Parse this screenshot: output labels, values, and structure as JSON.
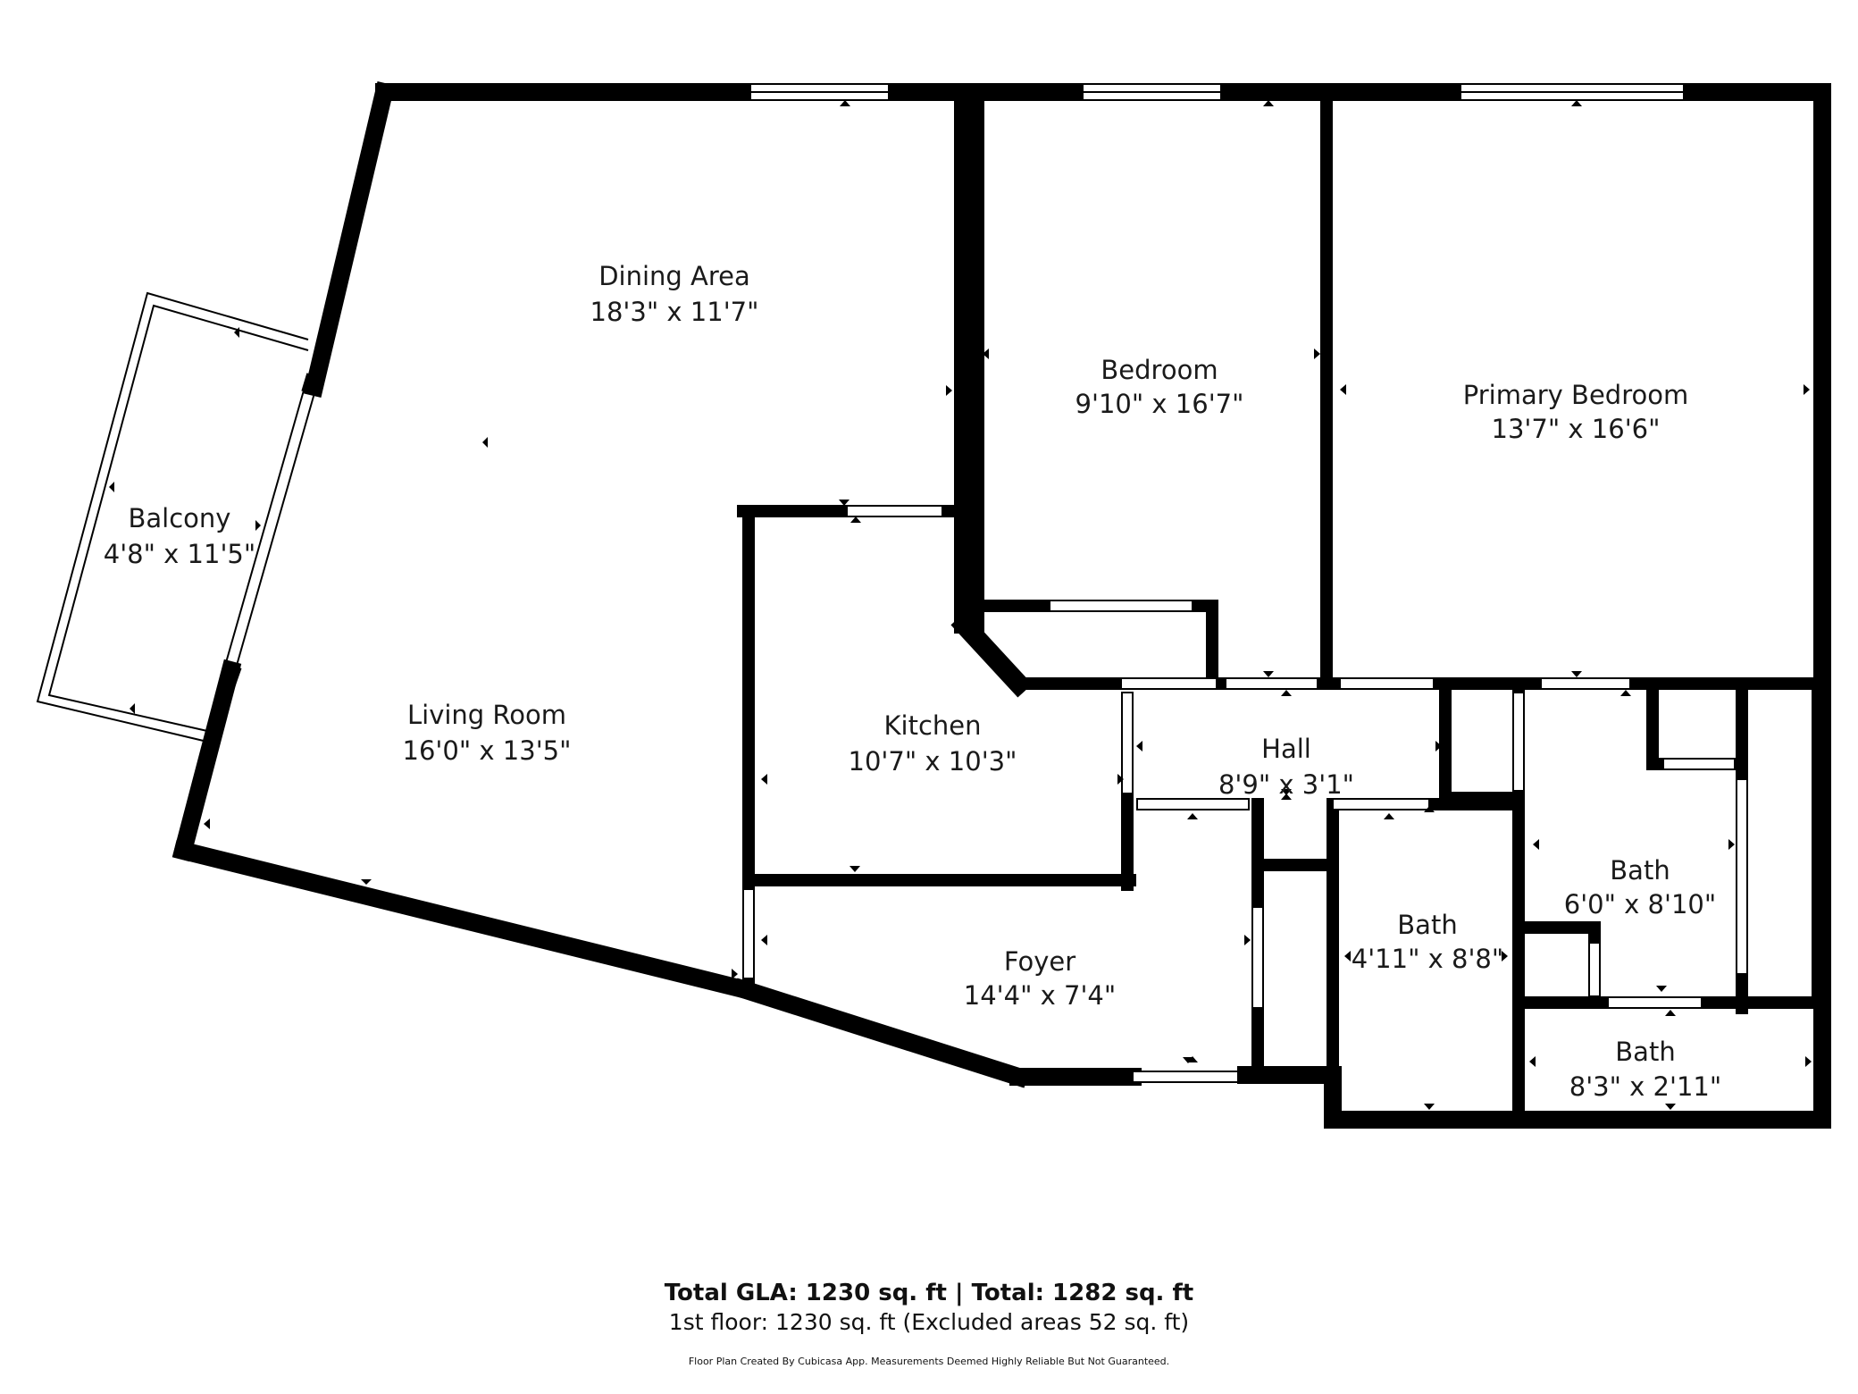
{
  "rooms": {
    "dining": {
      "name": "Dining Area",
      "dims": "18'3\" x 11'7\""
    },
    "bedroom": {
      "name": "Bedroom",
      "dims": "9'10\" x 16'7\""
    },
    "primary": {
      "name": "Primary Bedroom",
      "dims": "13'7\" x 16'6\""
    },
    "balcony": {
      "name": "Balcony",
      "dims": "4'8\" x 11'5\""
    },
    "living": {
      "name": "Living Room",
      "dims": "16'0\" x 13'5\""
    },
    "kitchen": {
      "name": "Kitchen",
      "dims": "10'7\" x 10'3\""
    },
    "hall": {
      "name": "Hall",
      "dims": "8'9\" x 3'1\""
    },
    "bath1": {
      "name": "Bath",
      "dims": "6'0\" x 8'10\""
    },
    "bath2": {
      "name": "Bath",
      "dims": "4'11\" x 8'8\""
    },
    "bath3": {
      "name": "Bath",
      "dims": "8'3\" x 2'11\""
    },
    "foyer": {
      "name": "Foyer",
      "dims": "14'4\" x 7'4\""
    }
  },
  "footer": {
    "gla": "Total GLA: 1230 sq. ft | Total: 1282 sq. ft",
    "floor": "1st floor: 1230 sq. ft (Excluded areas 52 sq. ft)",
    "disclaimer": "Floor Plan Created By Cubicasa App. Measurements Deemed Highly Reliable But Not Guaranteed."
  },
  "colors": {
    "wall": "#000000",
    "background": "#ffffff",
    "text": "#1a1a1a"
  }
}
